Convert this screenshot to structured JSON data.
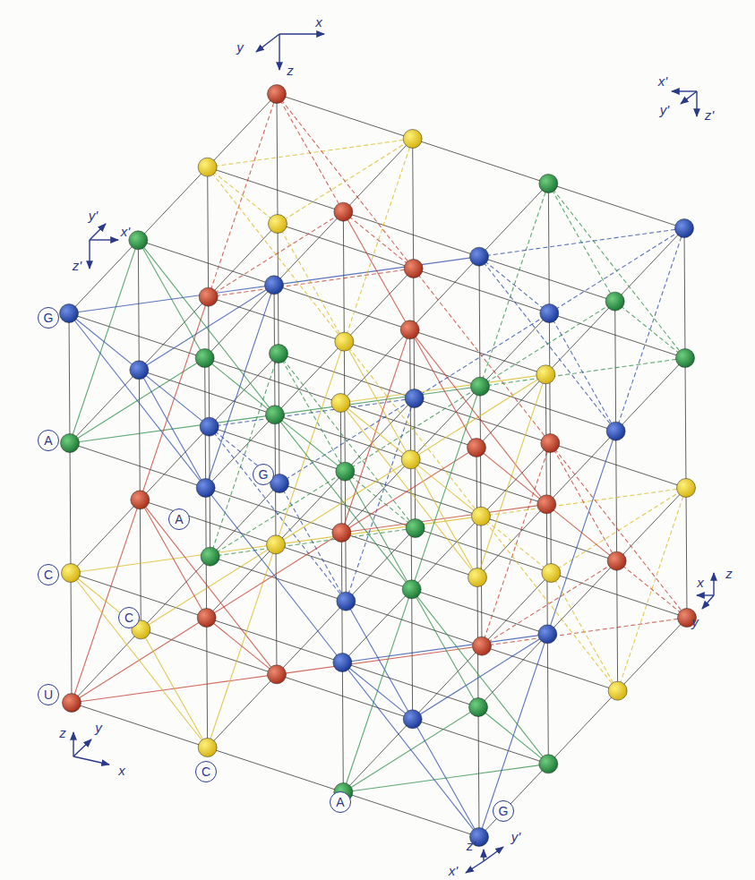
{
  "diagram": {
    "nodes": [
      {
        "text": [
          "G"
        ]
      },
      {
        "text": [
          "A"
        ]
      },
      {
        "text": [
          "G"
        ]
      },
      {
        "text": [
          "A"
        ]
      },
      {
        "text": [
          "C"
        ]
      },
      {
        "text": [
          "C"
        ]
      },
      {
        "text": [
          "U"
        ]
      },
      {
        "text": [
          "C"
        ]
      },
      {
        "text": [
          "A"
        ]
      },
      {
        "text": [
          "G"
        ]
      }
    ],
    "labels": [
      "y",
      "x",
      "z",
      "y'",
      "x'",
      "z'",
      "x'",
      "y'",
      "z'",
      "z",
      "x",
      "y",
      "z",
      "y",
      "x",
      "z'",
      "y'",
      "x'"
    ]
  }
}
